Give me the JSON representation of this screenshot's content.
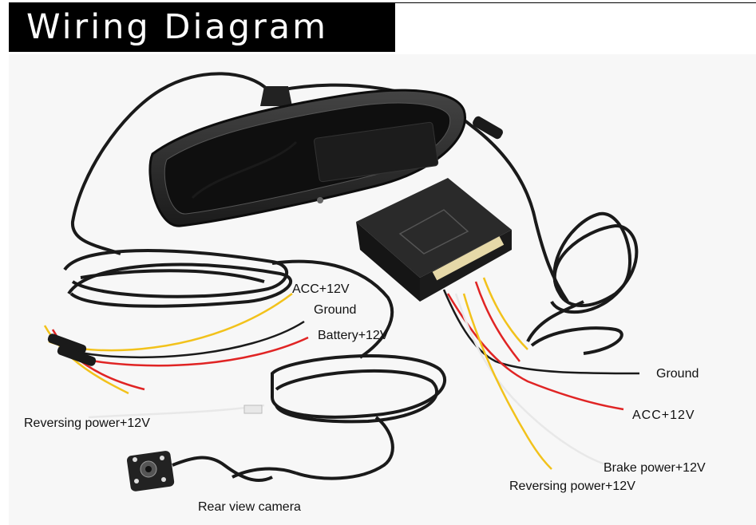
{
  "title": "Wiring Diagram",
  "labels": {
    "left_acc": "ACC+12V",
    "left_ground": "Ground",
    "left_battery": "Battery+12V",
    "left_reversing": "Reversing power+12V",
    "camera": "Rear view camera",
    "right_ground": "Ground",
    "right_acc": "ACC+12V",
    "brake": "Brake power+12V",
    "right_reversing": "Reversing power+12V"
  },
  "colors": {
    "banner": "#000000",
    "cable": "#1a1a1a",
    "wire_red": "#e02424",
    "wire_yellow": "#f2c21b",
    "wire_white": "#e8e8e8"
  }
}
